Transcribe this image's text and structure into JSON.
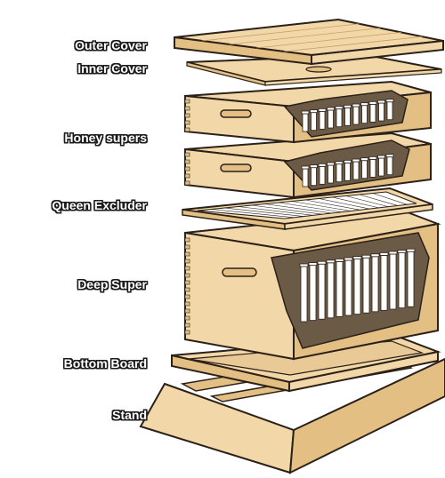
{
  "labels": {
    "outer_cover": "Outer Cover",
    "inner_cover": "Inner Cover",
    "honey_supers": "Honey supers",
    "queen_excluder": "Queen Excluder",
    "deep_super": "Deep Super",
    "bottom_board": "Bottom Board",
    "stand": "Stand"
  },
  "colors": {
    "wood": "#f2d7a8",
    "wood_dark": "#e3bf84",
    "grain": "#c9a063",
    "frame": "#ffffff",
    "interior": "#6b5a45",
    "outline": "#2b2118"
  }
}
